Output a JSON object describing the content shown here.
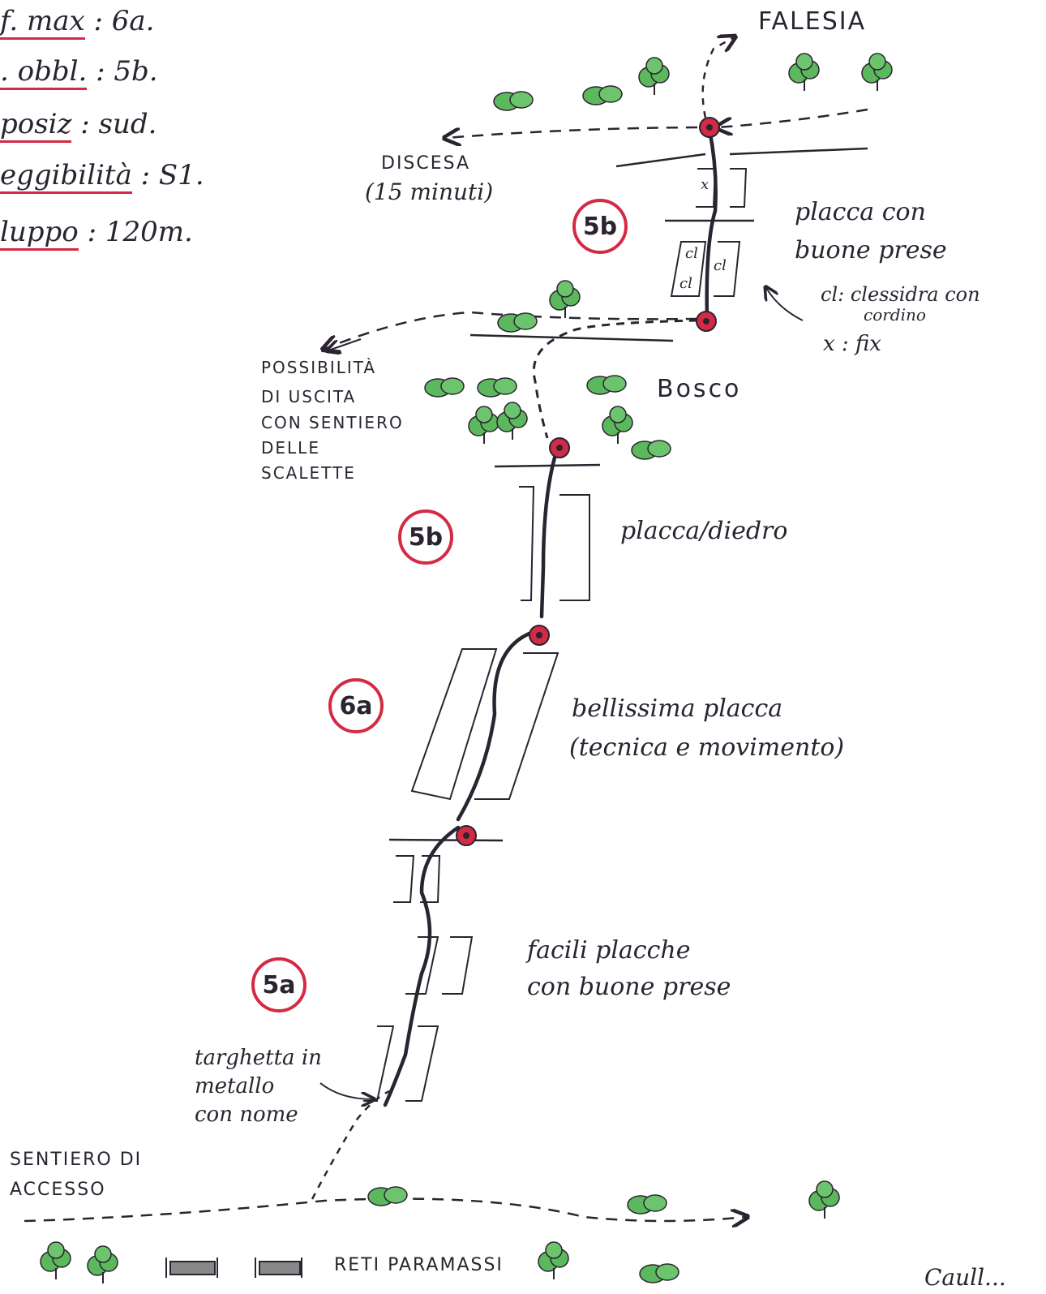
{
  "info": {
    "rows": [
      {
        "key": "f. max",
        "value": ": 6a."
      },
      {
        "key": ". obbl.",
        "value": ": 5b."
      },
      {
        "key": "posiz",
        "value": ": sud."
      },
      {
        "key": "eggibilità",
        "value": ": S1."
      },
      {
        "key": "luppo",
        "value": ": 120m."
      }
    ]
  },
  "labels": {
    "falesia": "FALESIA",
    "discesa": "DISCESA",
    "discesa_time": "(15 minuti)",
    "placca_con": "placca con",
    "buone_prese": "buone prese",
    "legend_cl": "cl: clessidra con",
    "legend_cl2": "cordino",
    "legend_x": "x : fix",
    "possibilita1": "POSSIBILITÀ",
    "possibilita2": "DI USCITA",
    "possibilita3": "CON SENTIERO",
    "possibilita4": "DELLE",
    "possibilita5": "SCALETTE",
    "bosco": "Bosco",
    "placca_diedro": "placca/diedro",
    "bellissima1": "bellissima placca",
    "bellissima2": "(tecnica e movimento)",
    "facili1": "facili placche",
    "facili2": "con buone prese",
    "targhetta1": "targhetta in",
    "targhetta2": "metallo",
    "targhetta3": "con nome",
    "sentiero1": "SENTIERO DI",
    "sentiero2": "ACCESSO",
    "reti": "RETI PARAMASSI",
    "signature": "Caull..."
  },
  "grades": [
    {
      "label": "5b"
    },
    {
      "label": "5b"
    },
    {
      "label": "6a"
    },
    {
      "label": "5a"
    }
  ],
  "pitch_marks": {
    "clessidra": "cl",
    "fix": "x"
  },
  "colors": {
    "ink": "#2a2430",
    "belay_red": "#d42a44",
    "tree_green": "#5cb85c",
    "path_dash": "#2a2430"
  }
}
